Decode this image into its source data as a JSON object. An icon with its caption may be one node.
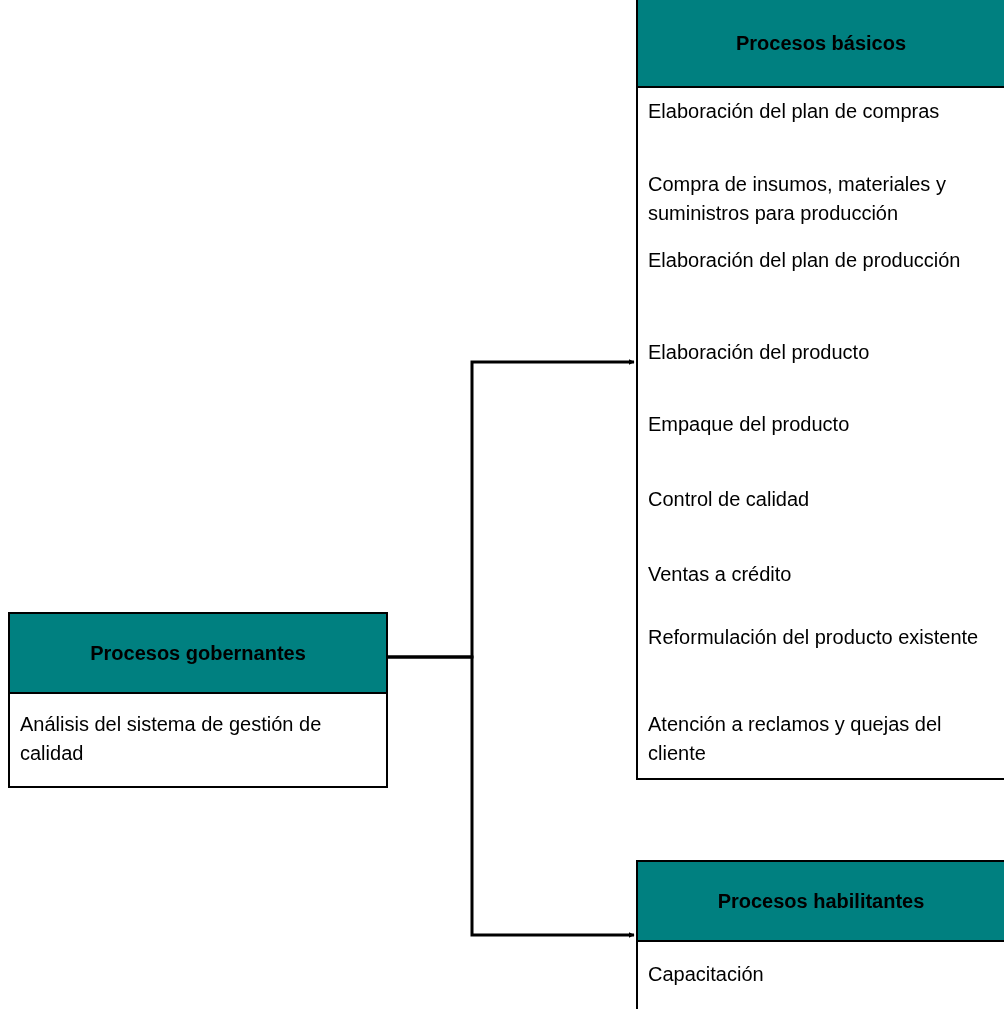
{
  "diagram": {
    "nodes": [
      {
        "text": [
          "Procesos gobernantes",
          "Análisis del sistema de gestión de calidad"
        ]
      },
      {
        "text": [
          "Procesos básicos",
          "Elaboración del plan de compras",
          "Compra de insumos, materiales y suministros para producción",
          "Elaboración del plan de producción",
          "Elaboración del producto",
          "Empaque del producto",
          "Control de calidad",
          "Ventas a crédito",
          "Reformulación del producto existente",
          "Atención a reclamos y quejas del cliente"
        ]
      },
      {
        "text": [
          "Procesos habilitantes",
          "Capacitación"
        ]
      }
    ],
    "edges": [
      {
        "from": 0,
        "to": 1,
        "arrow": "to"
      },
      {
        "from": 0,
        "to": 2,
        "arrow": "to"
      }
    ]
  }
}
